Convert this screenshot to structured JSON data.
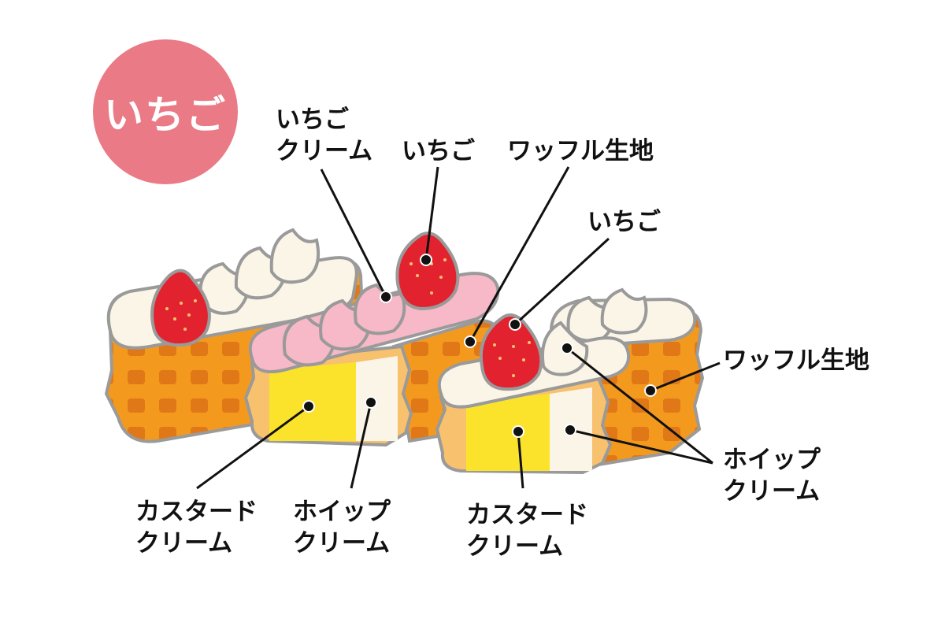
{
  "title": "いちご",
  "colors": {
    "badge": "#ea7a86",
    "waffle": "#f39a1e",
    "waffle_dark": "#e0791a",
    "waffle_light": "#f7c16e",
    "custard": "#fbe32c",
    "whipped_cream": "#fbf5e8",
    "strawberry_cream": "#f7b8c8",
    "strawberry": "#e2232f",
    "outline": "#9a9a9a",
    "leader": "#111111"
  },
  "labels": {
    "strawberry_cream": [
      "いちご",
      "クリーム"
    ],
    "strawberry_top_1": [
      "いちご"
    ],
    "waffle_top": [
      "ワッフル生地"
    ],
    "strawberry_top_2": [
      "いちご"
    ],
    "waffle_right": [
      "ワッフル生地"
    ],
    "whipped_right": [
      "ホイップ",
      "クリーム"
    ],
    "custard_left": [
      "カスタード",
      "クリーム"
    ],
    "whipped_mid": [
      "ホイップ",
      "クリーム"
    ],
    "custard_mid": [
      "カスタード",
      "クリーム"
    ]
  }
}
